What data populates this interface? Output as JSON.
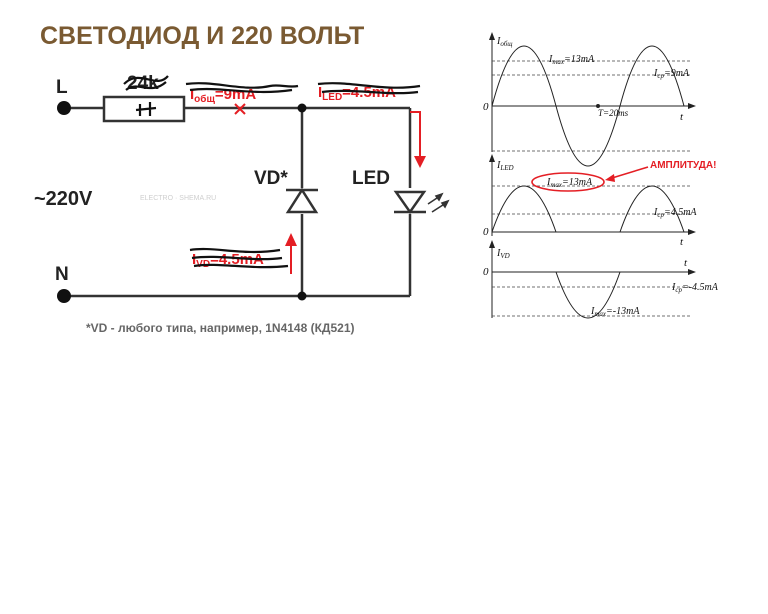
{
  "title": "СВЕТОДИОД И 220 ВОЛЬТ",
  "circuit": {
    "terminal_l": "L",
    "terminal_n": "N",
    "supply": "~220V",
    "resistor": "24k",
    "i_total_label": "I",
    "i_total_sub": "общ",
    "i_total_value": "=9mA",
    "i_led_label": "I",
    "i_led_sub": "LED",
    "i_led_value": "=4.5mA",
    "i_vd_label": "I",
    "i_vd_sub": "VD",
    "i_vd_value": "=4.5mA",
    "diode": "VD*",
    "led": "LED",
    "watermark": "ELECTRO · SHEMA.RU",
    "footnote": "*VD - любого типа, например, 1N4148 (КД521)"
  },
  "graphs": {
    "top": {
      "ylabel": "I",
      "ylabel_sub": "общ",
      "xlabel": "t",
      "origin": "0",
      "imax_label": "I",
      "imax_sub": "max",
      "imax_value": "=13mA",
      "icp_label": "I",
      "icp_sub": "ср",
      "icp_value": "=9mA",
      "period_label": "T=20ms"
    },
    "middle": {
      "ylabel": "I",
      "ylabel_sub": "LED",
      "xlabel": "t",
      "origin": "0",
      "imax_label": "I",
      "imax_sub": "max",
      "imax_value": "=13mA",
      "icp_label": "I",
      "icp_sub": "ср",
      "icp_value": "=4.5mA",
      "amplitude": "АМПЛИТУДА!"
    },
    "bottom": {
      "ylabel": "I",
      "ylabel_sub": "VD",
      "xlabel": "t",
      "origin": "0",
      "imax_label": "I",
      "imax_sub": "max",
      "imax_value": "=-13mA",
      "icp_label": "I",
      "icp_sub": "ср",
      "icp_value": "=-4.5mA"
    }
  }
}
